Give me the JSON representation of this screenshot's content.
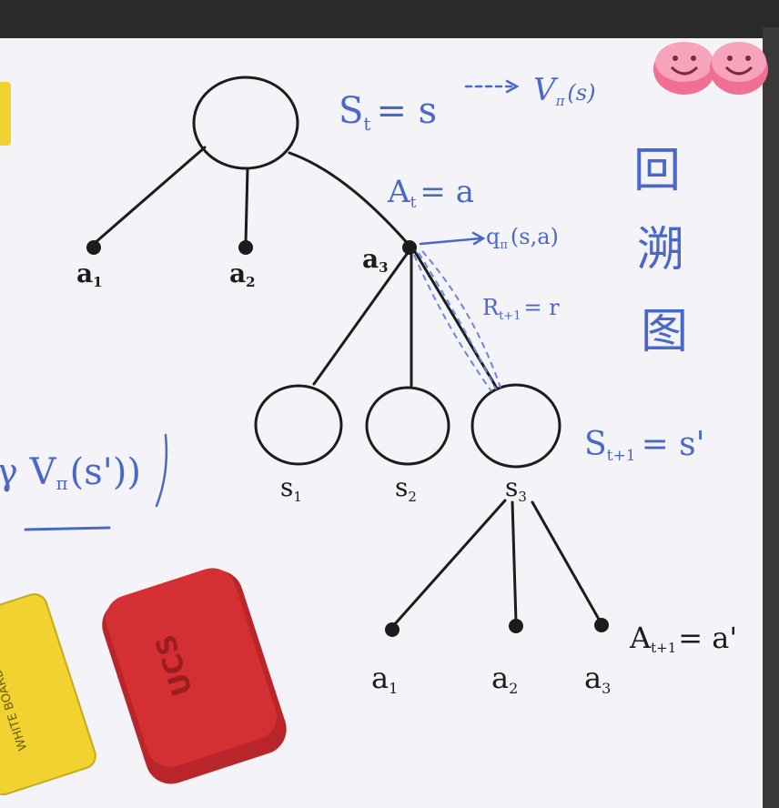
{
  "board": {
    "colors": {
      "board": "#f4f3f7",
      "frame": "#2b2b2b",
      "ink_black": "#1c1c1c",
      "ink_blue": "#4a68c9",
      "magnet_pink": "#f16e95",
      "eraser_red": "#d42f33",
      "sticky_yellow": "#f2d230"
    },
    "state_root": {
      "label": "S",
      "sub": "t",
      "rest": "= s",
      "arrow_target": "V",
      "arrow_sub": "π",
      "arrow_arg": "(s)"
    },
    "action_label": {
      "text": "A",
      "sub": "t",
      "rest": "= a"
    },
    "q_label": {
      "text": "q",
      "sub": "π",
      "arg": "(s,a)"
    },
    "reward_label": {
      "text": "R",
      "sub": "t+1",
      "rest": "= r"
    },
    "actions_top": [
      {
        "label": "a",
        "sub": "1"
      },
      {
        "label": "a",
        "sub": "2"
      },
      {
        "label": "a",
        "sub": "3"
      }
    ],
    "states": [
      {
        "label": "s",
        "sub": "1"
      },
      {
        "label": "s",
        "sub": "2"
      },
      {
        "label": "s",
        "sub": "3"
      }
    ],
    "next_state_label": {
      "text": "S",
      "sub": "t+1",
      "rest": "= s'"
    },
    "actions_bottom": [
      {
        "label": "a",
        "sub": "1"
      },
      {
        "label": "a",
        "sub": "2"
      },
      {
        "label": "a",
        "sub": "3"
      }
    ],
    "next_action_label": {
      "text": "A",
      "sub": "t+1",
      "rest": "= a'"
    },
    "chinese_title": [
      "回",
      "溯",
      "图"
    ],
    "left_fragment": "γ V",
    "left_fragment_sub": "π",
    "left_fragment_arg": "(s'))",
    "eraser_text": "UCS",
    "sticky_text": "WHITE BOARD"
  }
}
